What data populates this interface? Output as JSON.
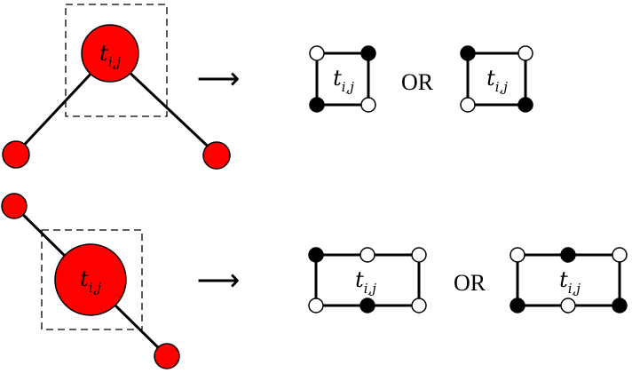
{
  "labels": {
    "node_var": "t",
    "node_sub": "i,j",
    "or_word": "OR",
    "arrow": "⟶"
  },
  "colors": {
    "node_fill": "#ff0000",
    "stroke": "#000000",
    "filled_terminal": "#000000",
    "empty_terminal": "#ffffff"
  }
}
